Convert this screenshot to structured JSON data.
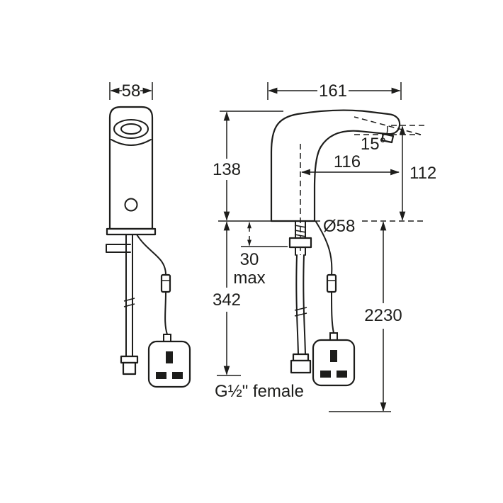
{
  "drawing": {
    "background": "#ffffff",
    "line_color": "#1d1d1b",
    "front_view": {
      "dim_width": "58"
    },
    "side_view": {
      "dim_length": "161",
      "dim_height": "138",
      "dim_spout_angle": "15°",
      "dim_spout_reach": "116",
      "dim_outlet_height": "112",
      "dim_base_diameter": "Ø58",
      "dim_deck_thickness": "30",
      "dim_deck_thickness_qualifier": "max",
      "dim_hose_length": "342",
      "dim_cable_length": "2230",
      "connection_thread": "G½\" female"
    }
  }
}
